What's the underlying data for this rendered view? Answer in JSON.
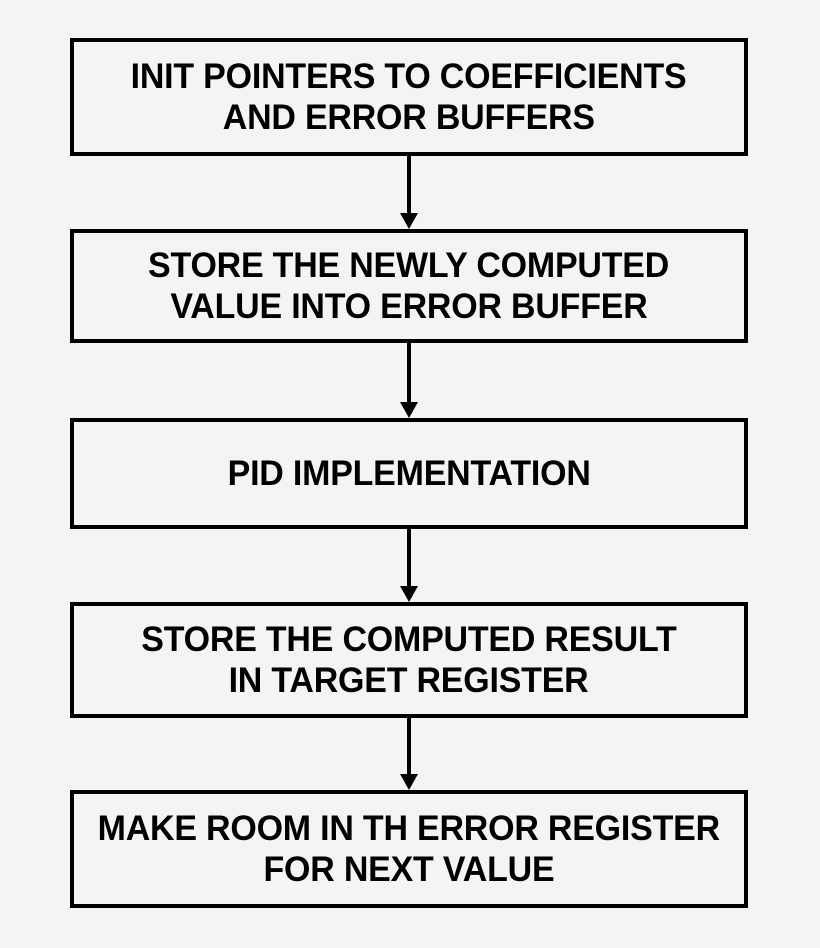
{
  "diagram": {
    "type": "flowchart",
    "orientation": "vertical",
    "background_color": "#f4f4f4",
    "stroke_color": "#000000",
    "text_color": "#000000",
    "nodes": [
      {
        "id": "init-pointers",
        "shape": "rectangle",
        "lines": [
          "INIT POINTERS TO COEFFICIENTS",
          "AND ERROR BUFFERS"
        ]
      },
      {
        "id": "store-newly-computed-value",
        "shape": "rectangle",
        "lines": [
          "STORE THE NEWLY COMPUTED",
          "VALUE INTO ERROR BUFFER"
        ]
      },
      {
        "id": "pid-implementation",
        "shape": "rectangle",
        "lines": [
          "PID IMPLEMENTATION"
        ]
      },
      {
        "id": "store-computed-result",
        "shape": "rectangle",
        "lines": [
          "STORE THE COMPUTED RESULT",
          "IN TARGET REGISTER"
        ]
      },
      {
        "id": "make-room-error-register",
        "shape": "rectangle",
        "lines": [
          "MAKE ROOM IN TH ERROR REGISTER",
          "FOR NEXT VALUE"
        ]
      }
    ],
    "edges": [
      {
        "id": "edge-1",
        "from": "init-pointers",
        "to": "store-newly-computed-value",
        "arrow": "down"
      },
      {
        "id": "edge-2",
        "from": "store-newly-computed-value",
        "to": "pid-implementation",
        "arrow": "down"
      },
      {
        "id": "edge-3",
        "from": "pid-implementation",
        "to": "store-computed-result",
        "arrow": "down"
      },
      {
        "id": "edge-4",
        "from": "store-computed-result",
        "to": "make-room-error-register",
        "arrow": "down"
      }
    ]
  }
}
